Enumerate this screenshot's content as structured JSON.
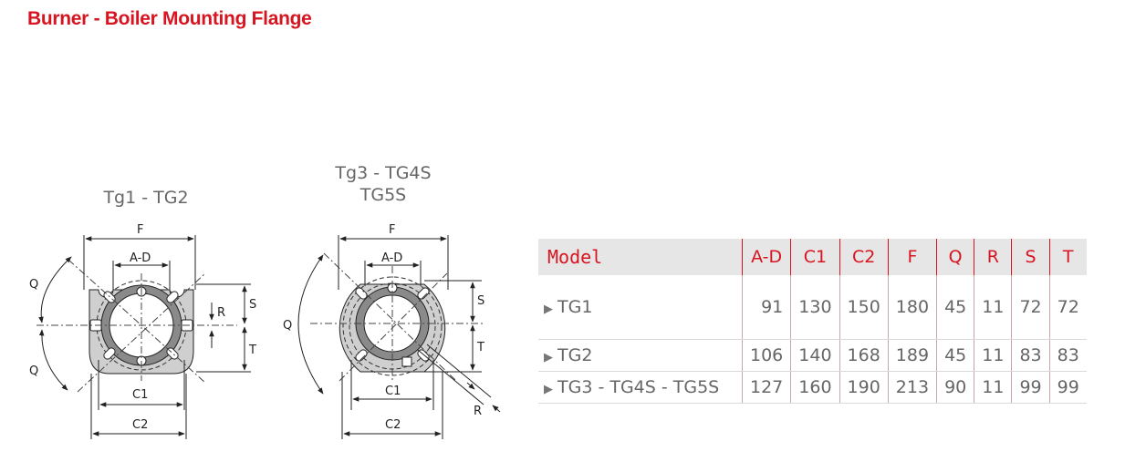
{
  "title": "Burner - Boiler Mounting Flange",
  "diagrams": [
    {
      "caption_lines": [
        "Tg1 -  TG2"
      ],
      "dims": {
        "F": "F",
        "AD": "A-D",
        "C1": "C1",
        "C2": "C2",
        "Q_top": "Q",
        "Q_bottom": "Q",
        "R": "R",
        "S": "S",
        "T": "T"
      }
    },
    {
      "caption_lines": [
        "Tg3 - TG4S",
        "TG5S"
      ],
      "dims": {
        "F": "F",
        "AD": "A-D",
        "C1": "C1",
        "C2": "C2",
        "Q": "Q",
        "R": "R",
        "S": "S",
        "T": "T"
      }
    }
  ],
  "table": {
    "headers": [
      "Model",
      "A-D",
      "C1",
      "C2",
      "F",
      "Q",
      "R",
      "S",
      "T"
    ],
    "rows": [
      {
        "model": "TG1",
        "values": [
          "91",
          "130",
          "150",
          "180",
          "45",
          "11",
          "72",
          "72"
        ]
      },
      {
        "model": "TG2",
        "values": [
          "106",
          "140",
          "168",
          "189",
          "45",
          "11",
          "83",
          "83"
        ]
      },
      {
        "model": "TG3 - TG4S - TG5S",
        "values": [
          "127",
          "160",
          "190",
          "213",
          "90",
          "11",
          "99",
          "99"
        ]
      }
    ]
  },
  "colors": {
    "accent": "#d7141f",
    "flange_fill": "#cfcfcf",
    "inner_ring": "#8a8a8a"
  }
}
